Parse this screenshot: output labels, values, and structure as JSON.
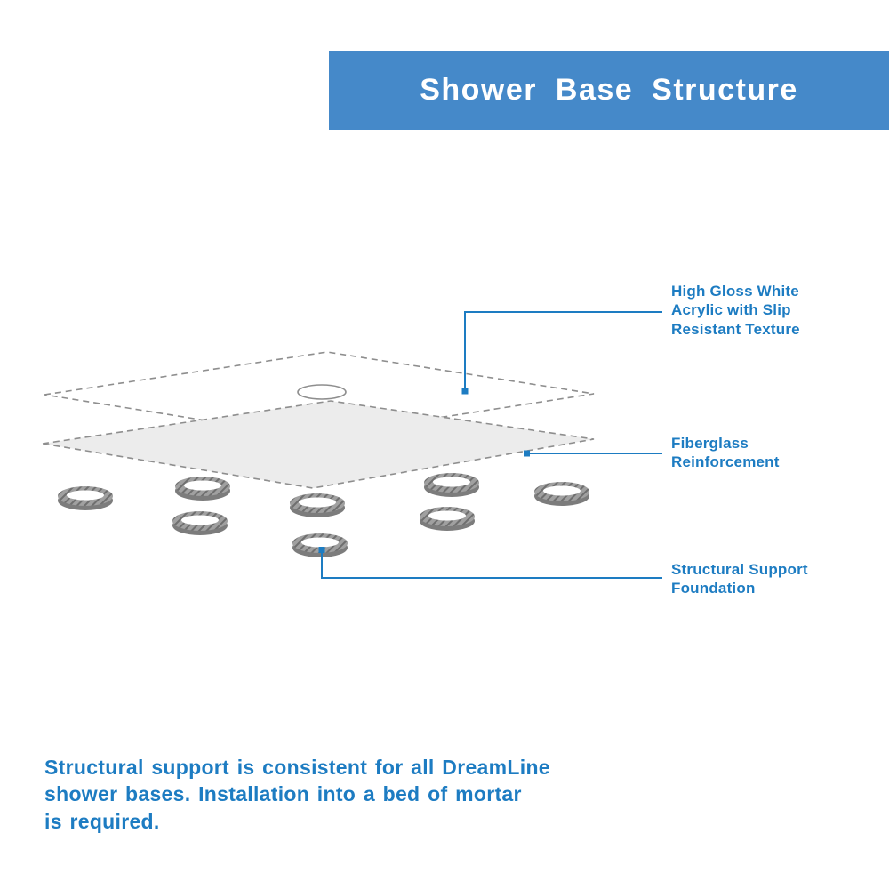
{
  "header": {
    "title": "Shower Base Structure"
  },
  "diagram": {
    "labels": {
      "acrylic": "High Gloss White\nAcrylic with Slip\nResistant Texture",
      "fiberglass": "Fiberglass\nReinforcement",
      "support": "Structural Support\nFoundation"
    }
  },
  "footer": {
    "text": "Structural support is consistent for all DreamLine\nshower bases. Installation into a bed of mortar\nis required."
  },
  "colors": {
    "header_bg": "#4589c9",
    "header_text": "#ffffff",
    "accent_text": "#1d7cc2",
    "leader_line": "#1d7cc2",
    "layer_fill": "#ececec",
    "outline_gray": "#8e8e8e",
    "ring_gray": "#9b9b9b"
  }
}
